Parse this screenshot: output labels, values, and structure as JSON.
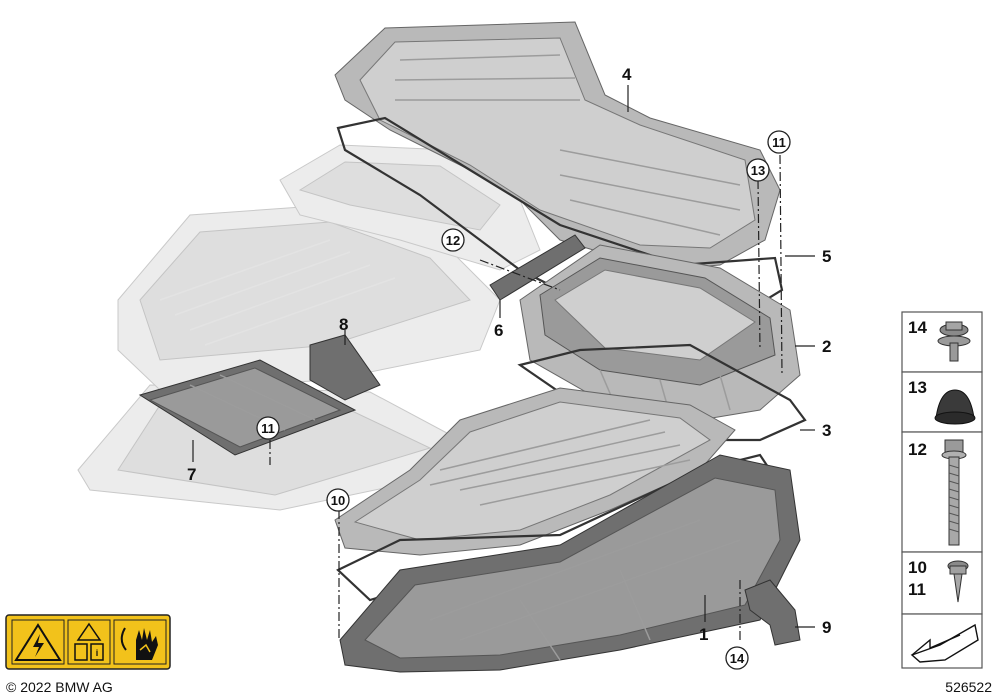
{
  "callouts": {
    "c1": "1",
    "c2": "2",
    "c3": "3",
    "c4": "4",
    "c5": "5",
    "c6": "6",
    "c7": "7",
    "c8": "8",
    "c9": "9",
    "c10_circle": "10",
    "c11_circle_top": "11",
    "c11_circle_left": "11",
    "c12_circle": "12",
    "c13_circle": "13",
    "c14_circle": "14"
  },
  "fastener_panel": {
    "p14": "14",
    "p13": "13",
    "p12": "12",
    "p10": "10",
    "p11": "11"
  },
  "footer": {
    "copyright": "© 2022 BMW AG",
    "diagram_number": "526522"
  },
  "colors": {
    "warning_yellow": "#f2c21b",
    "callout_text": "#111111",
    "highlight_part": "#b9b9b9",
    "ghost_part": "#ececec"
  },
  "icons": [
    "high-voltage-warning-icon",
    "read-manual-icon",
    "hot-surface-glove-icon"
  ]
}
